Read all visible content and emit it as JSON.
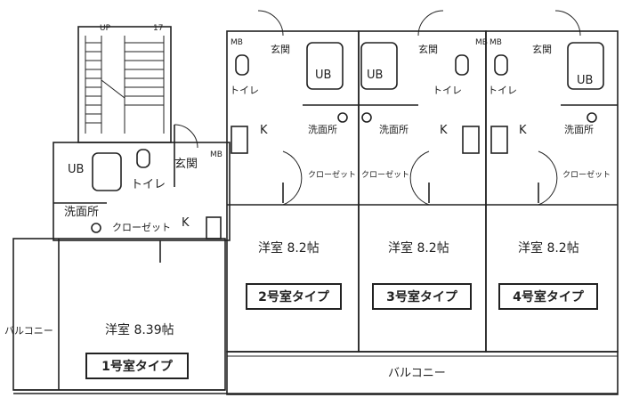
{
  "stairs_up": "UP",
  "stairs_count": "17",
  "units": [
    {
      "type": "1号室タイプ",
      "room": "洋室 8.39帖",
      "ub": "UB",
      "toilet": "トイレ",
      "entry": "玄関",
      "mb": "MB",
      "kitchen": "K",
      "washroom": "洗面所",
      "closet": "クローゼット",
      "balcony": "バルコニー"
    },
    {
      "type": "2号室タイプ",
      "room": "洋室 8.2帖",
      "ub": "UB",
      "toilet": "トイレ",
      "entry": "玄関",
      "mb": "MB",
      "kitchen": "K",
      "washroom": "洗面所",
      "closet": "クローゼット"
    },
    {
      "type": "3号室タイプ",
      "room": "洋室 8.2帖",
      "ub": "UB",
      "toilet": "トイレ",
      "entry": "玄関",
      "mb": "MB",
      "kitchen": "K",
      "washroom": "洗面所",
      "closet": "クローゼット"
    },
    {
      "type": "4号室タイプ",
      "room": "洋室 8.2帖",
      "ub": "UB",
      "toilet": "トイレ",
      "entry": "玄関",
      "mb": "MB",
      "kitchen": "K",
      "washroom": "洗面所",
      "closet": "クローゼット"
    }
  ],
  "shared_balcony": "バルコニー"
}
